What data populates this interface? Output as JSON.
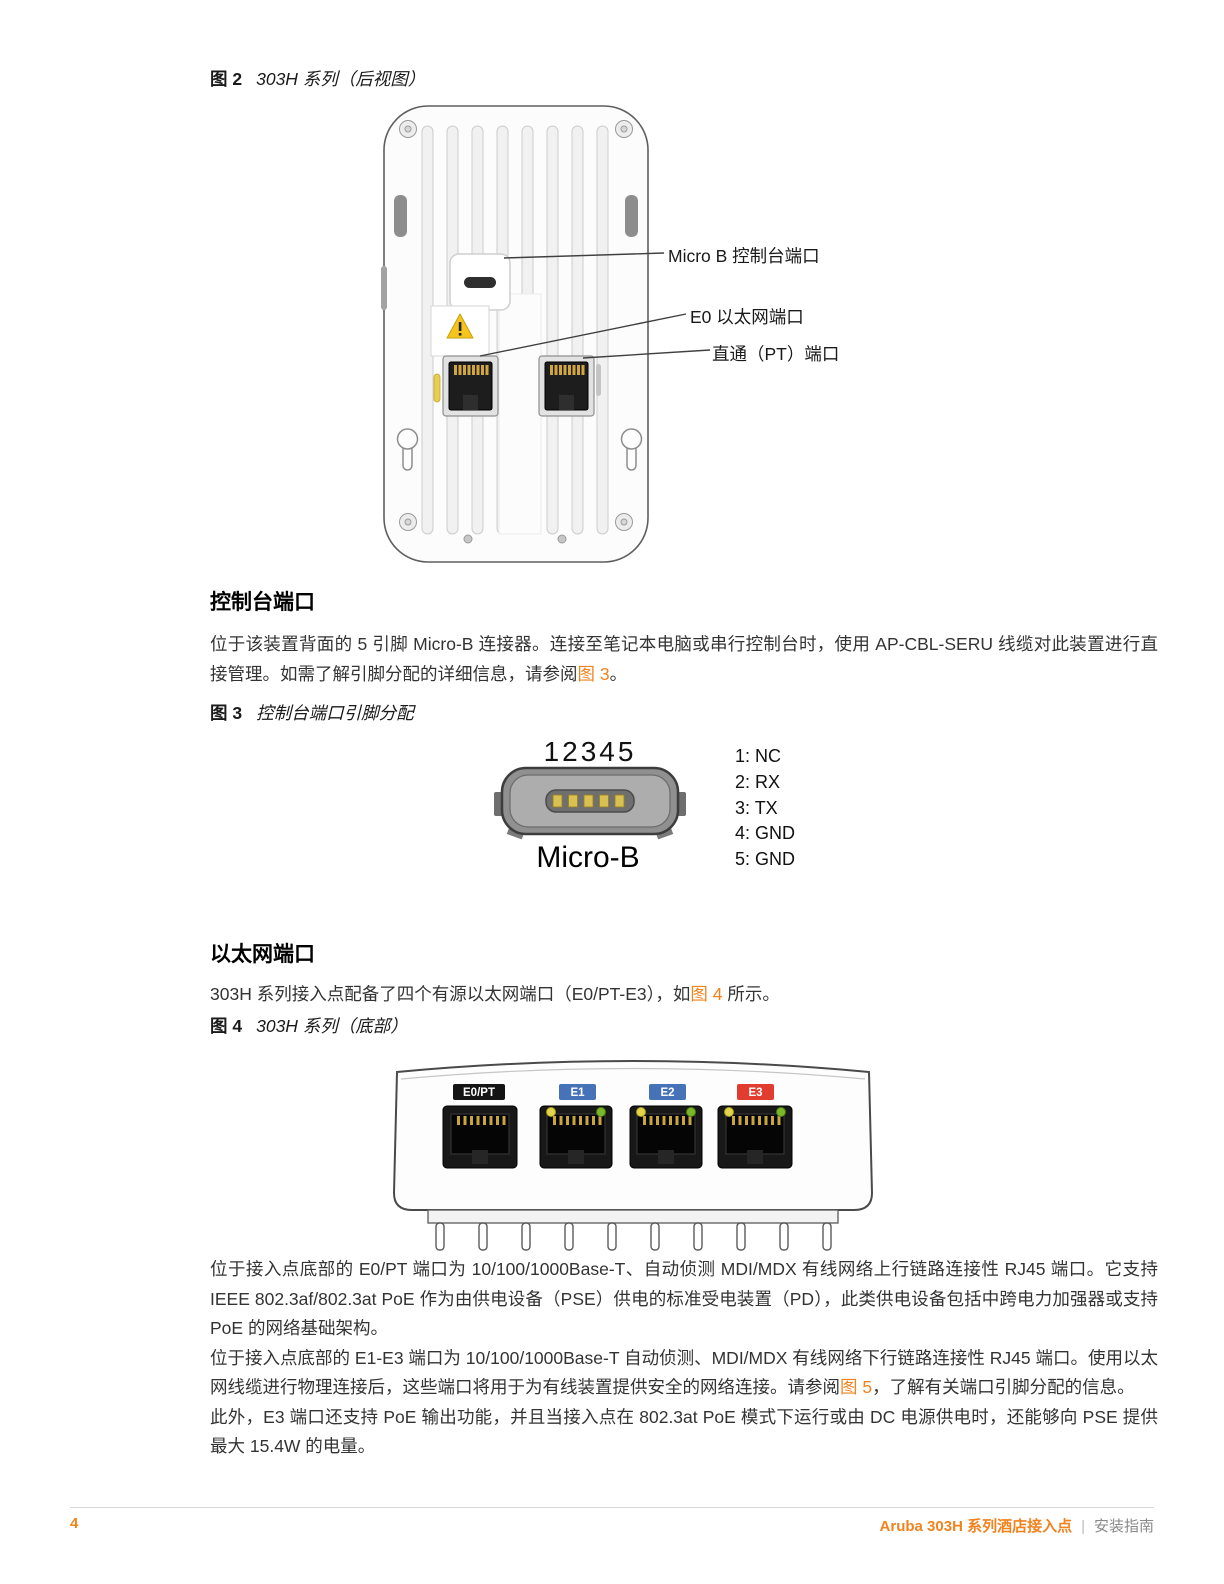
{
  "colors": {
    "accent": "#F0831E",
    "link": "#F0831E",
    "label_blue": "#4673B8",
    "label_red": "#E23B30",
    "label_black": "#141414",
    "led_yellow": "#E4D44C",
    "led_green": "#79B829"
  },
  "figure2": {
    "label": "图 2",
    "caption": "303H 系列（后视图）",
    "callouts": {
      "micro_b": "Micro B 控制台端口",
      "e0": "E0 以太网端口",
      "pt": "直通（PT）端口"
    }
  },
  "console_section": {
    "heading": "控制台端口",
    "body_pre": "位于该装置背面的 5 引脚 Micro-B 连接器。连接至笔记本电脑或串行控制台时，使用 AP-CBL-SERU 线缆对此装置进行直接管理。如需了解引脚分配的详细信息，请参阅",
    "link_text": "图 3",
    "body_post": "。"
  },
  "figure3": {
    "label": "图 3",
    "caption": "控制台端口引脚分配",
    "top_numbers": "12345",
    "connector_name": "Micro-B",
    "pins": [
      "1: NC",
      "2: RX",
      "3: TX",
      "4: GND",
      "5: GND"
    ]
  },
  "ethernet_section": {
    "heading": "以太网端口",
    "body_pre": "303H 系列接入点配备了四个有源以太网端口（E0/PT-E3），如",
    "link_text": "图 4",
    "body_post": " 所示。"
  },
  "figure4": {
    "label": "图 4",
    "caption": "303H 系列（底部）",
    "ports": [
      "E0/PT",
      "E1",
      "E2",
      "E3"
    ]
  },
  "body": {
    "p1": "位于接入点底部的 E0/PT 端口为 10/100/1000Base-T、自动侦测 MDI/MDX 有线网络上行链路连接性 RJ45 端口。它支持 IEEE 802.3af/802.3at PoE 作为由供电设备（PSE）供电的标准受电装置（PD），此类供电设备包括中跨电力加强器或支持 PoE 的网络基础架构。",
    "p2_pre": "位于接入点底部的 E1-E3 端口为 10/100/1000Base-T 自动侦测、MDI/MDX 有线网络下行链路连接性 RJ45 端口。使用以太网线缆进行物理连接后，这些端口将用于为有线装置提供安全的网络连接。请参阅",
    "p2_link": "图 5",
    "p2_post": "，了解有关端口引脚分配的信息。",
    "p3": "此外，E3 端口还支持 PoE 输出功能，并且当接入点在 802.3at PoE 模式下运行或由 DC 电源供电时，还能够向 PSE 提供最大 15.4W 的电量。"
  },
  "footer": {
    "page_number": "4",
    "doc_title": "Aruba 303H 系列酒店接入点",
    "separator": "|",
    "doc_subtitle": "安装指南"
  }
}
